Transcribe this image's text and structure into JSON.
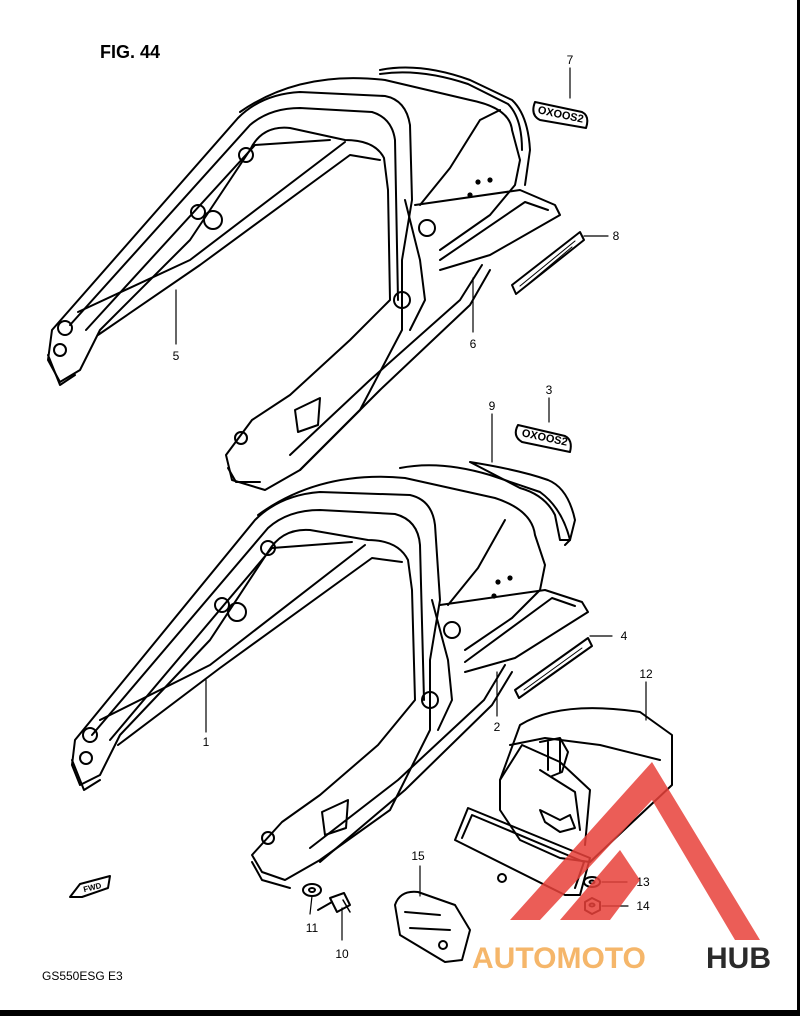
{
  "figure": {
    "title": "FIG. 44",
    "model_code": "GS550ESG E3"
  },
  "fwd_arrow": {
    "label": "FWD"
  },
  "callouts": [
    "1",
    "2",
    "3",
    "4",
    "5",
    "6",
    "7",
    "8",
    "9",
    "10",
    "11",
    "12",
    "13",
    "14",
    "15"
  ],
  "emblems": {
    "upper": "OXOOS2",
    "lower": "OXOOS2"
  },
  "watermark": {
    "prefix": "AUTOMOTO",
    "suffix": "HUB",
    "colors": {
      "accent": "#e8413a",
      "light": "#f5b66a",
      "dark": "#2a2a2a"
    }
  }
}
